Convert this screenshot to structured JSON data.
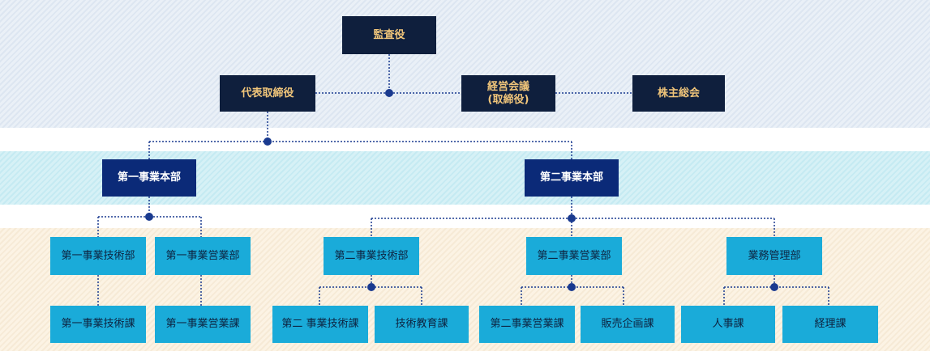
{
  "diagram": {
    "executive": {
      "auditor": "監査役",
      "ceo": "代表取締役",
      "board_line1": "経営会議",
      "board_line2": "(取締役)",
      "shareholders": "株主総会"
    },
    "headquarters": {
      "hq1": "第一事業本部",
      "hq2": "第二事業本部"
    },
    "departments": {
      "d1_tech": "第一事業技術部",
      "d1_sales": "第一事業営業部",
      "d2_tech": "第二事業技術部",
      "d2_sales": "第二事業営業部",
      "admin": "業務管理部"
    },
    "sections": {
      "s1_tech": "第一事業技術課",
      "s1_sales": "第一事業営業課",
      "s2_tech": "第二 事業技術課",
      "s2_edu": "技術教育課",
      "s2_sales": "第二事業営業課",
      "s2_plan": "販売企画課",
      "hr": "人事課",
      "acct": "経理課"
    },
    "colors": {
      "executive_box": "#0f1f3d",
      "executive_text": "#f0c57a",
      "hq_box": "#0b2a78",
      "dept_box": "#1aabd9",
      "connector": "#1a3a8f"
    }
  }
}
